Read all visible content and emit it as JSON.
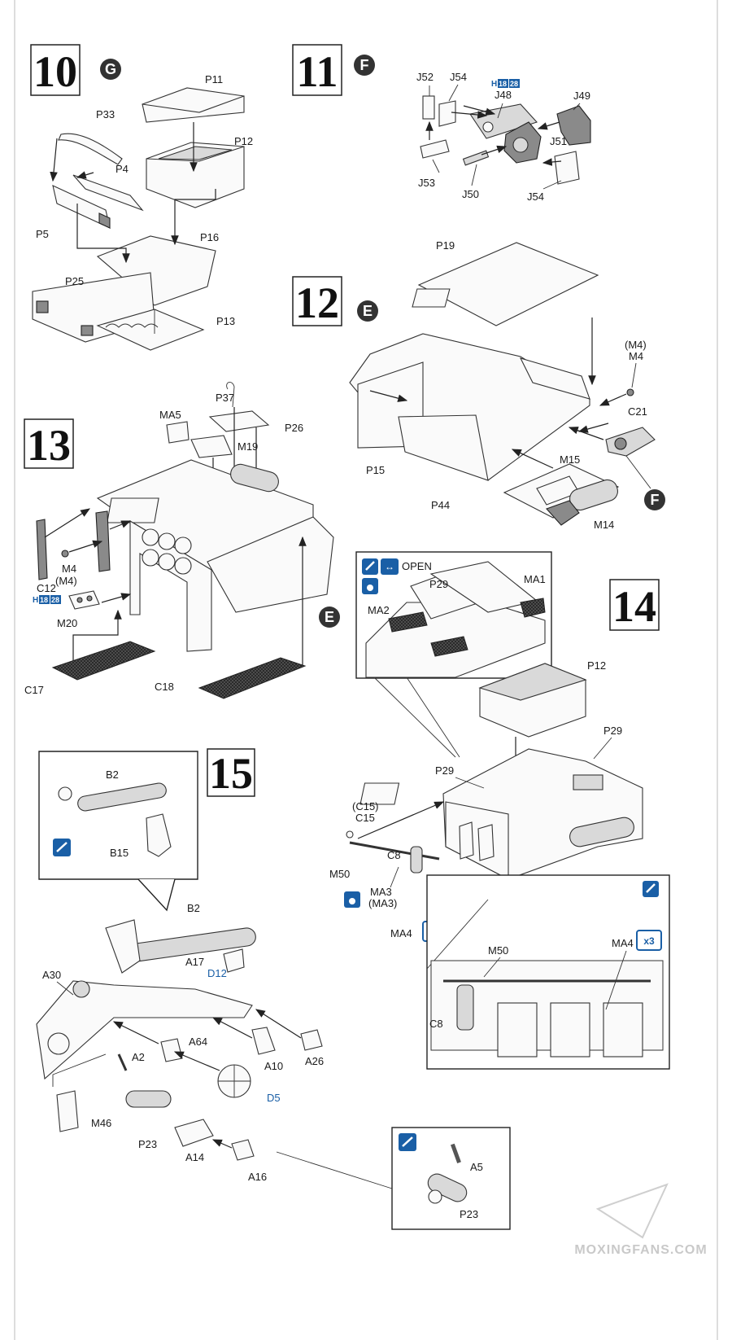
{
  "steps": {
    "s10": {
      "number": "10",
      "letter": "G"
    },
    "s11": {
      "number": "11",
      "letter": "F"
    },
    "s12": {
      "number": "12",
      "letter": "E"
    },
    "s13": {
      "number": "13",
      "letter": "E"
    },
    "s14": {
      "number": "14"
    },
    "s15": {
      "number": "15"
    }
  },
  "labels": {
    "p11": "P11",
    "p33": "P33",
    "p12_10": "P12",
    "p4": "P4",
    "p5": "P5",
    "p16": "P16",
    "p25": "P25",
    "p13": "P13",
    "j52": "J52",
    "j54a": "J54",
    "j48": "J48",
    "j49": "J49",
    "j51": "J51",
    "j53": "J53",
    "j50": "J50",
    "j54b": "J54",
    "h18": "H",
    "h18n": "18",
    "h28": "28",
    "p19": "P19",
    "m4p": "(M4)",
    "m4": "M4",
    "c21": "C21",
    "m15": "M15",
    "p15": "P15",
    "p44": "P44",
    "m14": "M14",
    "f12": "F",
    "p37": "P37",
    "ma5": "MA5",
    "p26": "P26",
    "m19": "M19",
    "m4b": "M4",
    "m4bp": "(M4)",
    "c12": "C12",
    "m20": "M20",
    "c17": "C17",
    "c18": "C18",
    "open": "OPEN",
    "p29a": "P29",
    "ma1": "MA1",
    "ma2": "MA2",
    "p12_14": "P12",
    "p29b": "P29",
    "p29c": "P29",
    "c15p": "(C15)",
    "c15": "C15",
    "c8a": "C8",
    "m50a": "M50",
    "ma3": "MA3",
    "ma3p": "(MA3)",
    "ma4a": "MA4",
    "ma4b": "MA4",
    "m50b": "M50",
    "c8b": "C8",
    "x3": "x3",
    "b2a": "B2",
    "b15": "B15",
    "b2b": "B2",
    "a17": "A17",
    "d12": "D12",
    "a30": "A30",
    "a64": "A64",
    "a2": "A2",
    "a10": "A10",
    "a26": "A26",
    "d5": "D5",
    "m46": "M46",
    "p23a": "P23",
    "a14": "A14",
    "a16": "A16",
    "a5": "A5",
    "p23b": "P23"
  },
  "watermark": "MOXINGFANS.COM",
  "colors": {
    "blue": "#1a5fa6",
    "circle": "#333333"
  }
}
